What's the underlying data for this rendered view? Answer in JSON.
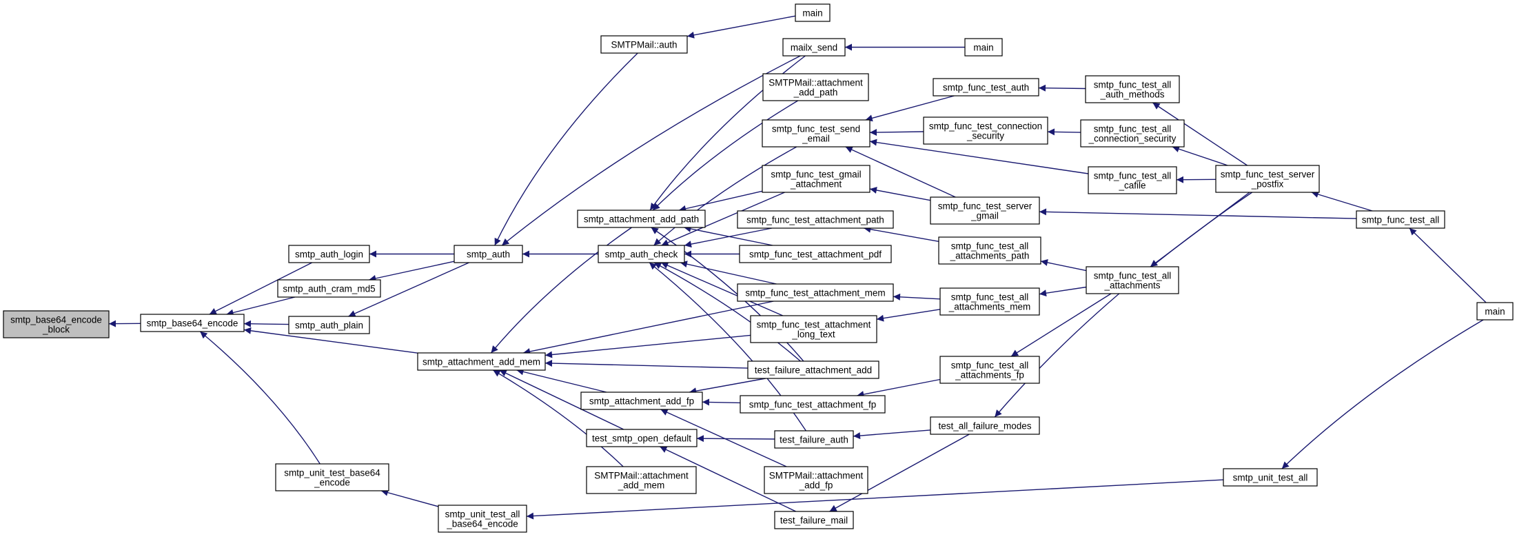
{
  "diagram": {
    "kind": "call graph",
    "root": "n0",
    "colors": {
      "edge": "#191970",
      "root_fill": "#bfbfbf",
      "node_fill": "#ffffff",
      "node_border": "#000000"
    },
    "nodes": [
      {
        "id": "n0",
        "lines": [
          "smtp_base64_encode",
          "_block"
        ]
      },
      {
        "id": "n1",
        "lines": [
          "smtp_base64_encode"
        ]
      },
      {
        "id": "n2",
        "lines": [
          "smtp_auth_login"
        ]
      },
      {
        "id": "n3",
        "lines": [
          "smtp_auth_cram_md5"
        ]
      },
      {
        "id": "n4",
        "lines": [
          "smtp_auth_plain"
        ]
      },
      {
        "id": "n5",
        "lines": [
          "smtp_unit_test_base64",
          "_encode"
        ]
      },
      {
        "id": "n6",
        "lines": [
          "smtp_auth"
        ]
      },
      {
        "id": "n7",
        "lines": [
          "smtp_attachment_add_mem"
        ]
      },
      {
        "id": "n8",
        "lines": [
          "smtp_unit_test_all",
          "_base64_encode"
        ]
      },
      {
        "id": "n9",
        "lines": [
          "SMTPMail::auth"
        ]
      },
      {
        "id": "n10",
        "lines": [
          "smtp_auth_check"
        ]
      },
      {
        "id": "n11",
        "lines": [
          "smtp_attachment_add_path"
        ]
      },
      {
        "id": "n12",
        "lines": [
          "smtp_attachment_add_fp"
        ]
      },
      {
        "id": "n13",
        "lines": [
          "test_smtp_open_default"
        ]
      },
      {
        "id": "n14",
        "lines": [
          "SMTPMail::attachment",
          "_add_mem"
        ]
      },
      {
        "id": "n15",
        "lines": [
          "main"
        ]
      },
      {
        "id": "n16",
        "lines": [
          "mailx_send"
        ]
      },
      {
        "id": "n17",
        "lines": [
          "SMTPMail::attachment",
          "_add_path"
        ]
      },
      {
        "id": "n18",
        "lines": [
          "smtp_func_test_send",
          "_email"
        ]
      },
      {
        "id": "n19",
        "lines": [
          "smtp_func_test_gmail",
          "_attachment"
        ]
      },
      {
        "id": "n20",
        "lines": [
          "smtp_func_test_attachment_path"
        ]
      },
      {
        "id": "n21",
        "lines": [
          "smtp_func_test_attachment_pdf"
        ]
      },
      {
        "id": "n22",
        "lines": [
          "smtp_func_test_attachment_mem"
        ]
      },
      {
        "id": "n23",
        "lines": [
          "smtp_func_test_attachment",
          "_long_text"
        ]
      },
      {
        "id": "n24",
        "lines": [
          "test_failure_attachment_add"
        ]
      },
      {
        "id": "n25",
        "lines": [
          "smtp_func_test_attachment_fp"
        ]
      },
      {
        "id": "n26",
        "lines": [
          "test_failure_auth"
        ]
      },
      {
        "id": "n27",
        "lines": [
          "SMTPMail::attachment",
          "_add_fp"
        ]
      },
      {
        "id": "n28",
        "lines": [
          "test_failure_mail"
        ]
      },
      {
        "id": "n29",
        "lines": [
          "main"
        ]
      },
      {
        "id": "n30",
        "lines": [
          "smtp_func_test_auth"
        ]
      },
      {
        "id": "n31",
        "lines": [
          "smtp_func_test_connection",
          "_security"
        ]
      },
      {
        "id": "n32",
        "lines": [
          "smtp_func_test_server",
          "_gmail"
        ]
      },
      {
        "id": "n33",
        "lines": [
          "smtp_func_test_all",
          "_attachments_path"
        ]
      },
      {
        "id": "n34",
        "lines": [
          "smtp_func_test_all",
          "_attachments_mem"
        ]
      },
      {
        "id": "n35",
        "lines": [
          "smtp_func_test_all",
          "_attachments_fp"
        ]
      },
      {
        "id": "n36",
        "lines": [
          "test_all_failure_modes"
        ]
      },
      {
        "id": "n37",
        "lines": [
          "smtp_func_test_all",
          "_auth_methods"
        ]
      },
      {
        "id": "n38",
        "lines": [
          "smtp_func_test_all",
          "_connection_security"
        ]
      },
      {
        "id": "n39",
        "lines": [
          "smtp_func_test_all",
          "_cafile"
        ]
      },
      {
        "id": "n40",
        "lines": [
          "smtp_func_test_all",
          "_attachments"
        ]
      },
      {
        "id": "n41",
        "lines": [
          "smtp_func_test_server",
          "_postfix"
        ]
      },
      {
        "id": "n42",
        "lines": [
          "smtp_func_test_all"
        ]
      },
      {
        "id": "n43",
        "lines": [
          "smtp_unit_test_all"
        ]
      },
      {
        "id": "n44",
        "lines": [
          "main"
        ]
      }
    ],
    "edges": [
      [
        "n1",
        "n0"
      ],
      [
        "n2",
        "n1"
      ],
      [
        "n3",
        "n1"
      ],
      [
        "n4",
        "n1"
      ],
      [
        "n5",
        "n1"
      ],
      [
        "n7",
        "n1"
      ],
      [
        "n6",
        "n2"
      ],
      [
        "n6",
        "n3"
      ],
      [
        "n6",
        "n4"
      ],
      [
        "n8",
        "n5"
      ],
      [
        "n9",
        "n6"
      ],
      [
        "n16",
        "n6"
      ],
      [
        "n10",
        "n6"
      ],
      [
        "n11",
        "n7"
      ],
      [
        "n12",
        "n7"
      ],
      [
        "n13",
        "n7"
      ],
      [
        "n14",
        "n7"
      ],
      [
        "n22",
        "n7"
      ],
      [
        "n23",
        "n7"
      ],
      [
        "n24",
        "n7"
      ],
      [
        "n43",
        "n8"
      ],
      [
        "n15",
        "n9"
      ],
      [
        "n29",
        "n16"
      ],
      [
        "n18",
        "n10"
      ],
      [
        "n19",
        "n10"
      ],
      [
        "n20",
        "n10"
      ],
      [
        "n21",
        "n10"
      ],
      [
        "n22",
        "n10"
      ],
      [
        "n23",
        "n10"
      ],
      [
        "n24",
        "n10"
      ],
      [
        "n26",
        "n10"
      ],
      [
        "n16",
        "n11"
      ],
      [
        "n17",
        "n11"
      ],
      [
        "n19",
        "n11"
      ],
      [
        "n21",
        "n11"
      ],
      [
        "n24",
        "n11"
      ],
      [
        "n24",
        "n12"
      ],
      [
        "n25",
        "n12"
      ],
      [
        "n27",
        "n12"
      ],
      [
        "n26",
        "n13"
      ],
      [
        "n28",
        "n13"
      ],
      [
        "n30",
        "n18"
      ],
      [
        "n31",
        "n18"
      ],
      [
        "n32",
        "n18"
      ],
      [
        "n39",
        "n18"
      ],
      [
        "n32",
        "n19"
      ],
      [
        "n33",
        "n20"
      ],
      [
        "n34",
        "n22"
      ],
      [
        "n34",
        "n23"
      ],
      [
        "n35",
        "n25"
      ],
      [
        "n36",
        "n26"
      ],
      [
        "n36",
        "n28"
      ],
      [
        "n37",
        "n30"
      ],
      [
        "n38",
        "n31"
      ],
      [
        "n42",
        "n32"
      ],
      [
        "n40",
        "n33"
      ],
      [
        "n40",
        "n34"
      ],
      [
        "n40",
        "n35"
      ],
      [
        "n41",
        "n36"
      ],
      [
        "n41",
        "n37"
      ],
      [
        "n41",
        "n38"
      ],
      [
        "n41",
        "n39"
      ],
      [
        "n41",
        "n40"
      ],
      [
        "n42",
        "n41"
      ],
      [
        "n44",
        "n42"
      ],
      [
        "n44",
        "n43"
      ]
    ]
  }
}
